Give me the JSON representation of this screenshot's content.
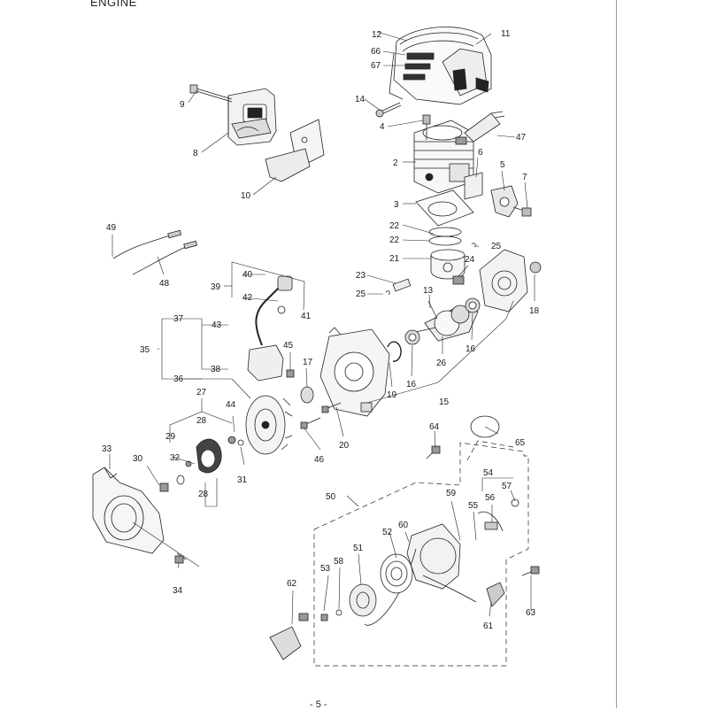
{
  "title": "ENGINE",
  "page_number": "- 5 -",
  "part_labels": {
    "p2": "2",
    "p3": "3",
    "p4": "4",
    "p5": "5",
    "p6": "6",
    "p7": "7",
    "p8": "8",
    "p9": "9",
    "p10": "10",
    "p11": "11",
    "p12": "12",
    "p13": "13",
    "p14": "14",
    "p15": "15",
    "p16a": "16",
    "p16b": "16",
    "p17": "17",
    "p18": "18",
    "p19": "19",
    "p20": "20",
    "p21": "21",
    "p22a": "22",
    "p22b": "22",
    "p23": "23",
    "p24": "24",
    "p25a": "25",
    "p25b": "25",
    "p26": "26",
    "p27": "27",
    "p28a": "28",
    "p28b": "28",
    "p29": "29",
    "p30": "30",
    "p31": "31",
    "p32": "32",
    "p33": "33",
    "p34": "34",
    "p35": "35",
    "p36": "36",
    "p37": "37",
    "p38": "38",
    "p39": "39",
    "p40": "40",
    "p41": "41",
    "p42": "42",
    "p43": "43",
    "p44": "44",
    "p45": "45",
    "p46": "46",
    "p47": "47",
    "p48": "48",
    "p49": "49",
    "p50": "50",
    "p51": "51",
    "p52": "52",
    "p53": "53",
    "p54": "54",
    "p55": "55",
    "p56": "56",
    "p57": "57",
    "p58": "58",
    "p59": "59",
    "p60": "60",
    "p61": "61",
    "p62": "62",
    "p63": "63",
    "p64": "64",
    "p65": "65",
    "p66": "66",
    "p67": "67"
  }
}
